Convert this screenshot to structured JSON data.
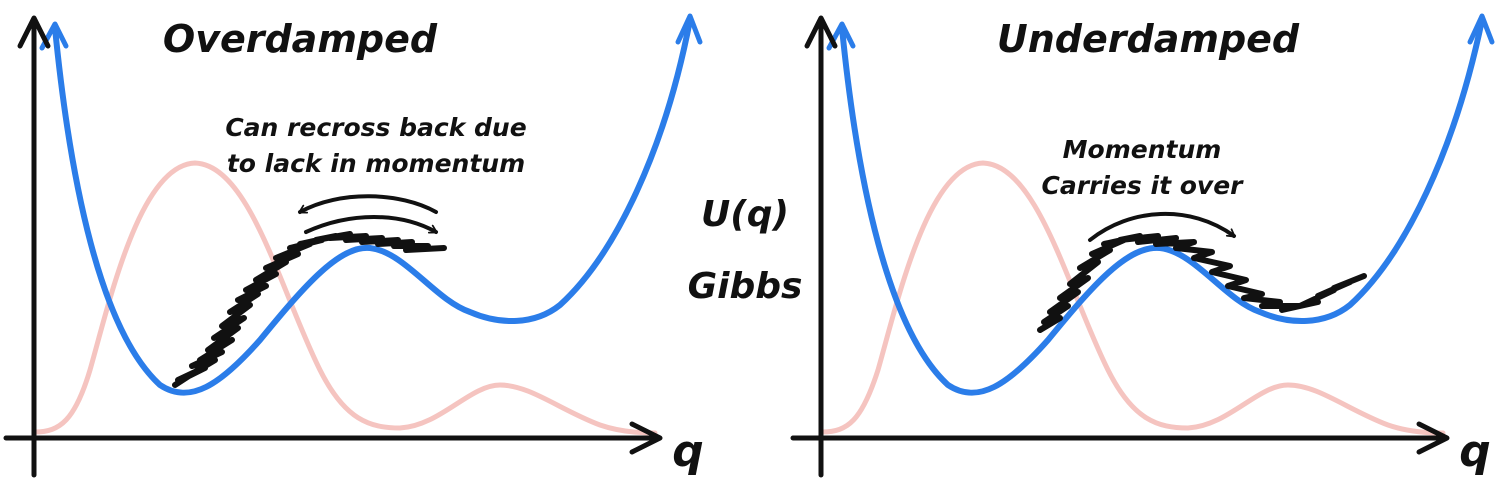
{
  "panels": [
    {
      "title": "Overdamped",
      "annotation_line1": "Can recross back due",
      "annotation_line2": "to lack in momentum",
      "axis_label": "q"
    },
    {
      "title": "Underdamped",
      "annotation_line1": "Momentum",
      "annotation_line2": "Carries it over",
      "axis_label": "q"
    }
  ],
  "legend": {
    "potential_label": "U(q)",
    "potential_color": "#2b7de9",
    "gibbs_label": "Gibbs",
    "gibbs_color": "#f5c4c0"
  },
  "colors": {
    "axes": "#111111",
    "trajectory": "#111111"
  }
}
